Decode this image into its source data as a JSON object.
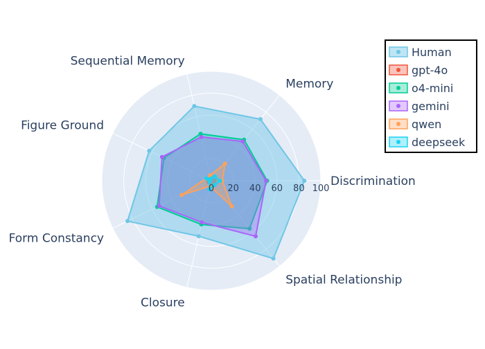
{
  "chart_data": {
    "type": "radar",
    "axes": [
      "Discrimination",
      "Memory",
      "Sequential Memory",
      "Figure Ground",
      "Form Constancy",
      "Closure",
      "Spatial Relationship"
    ],
    "radial_range": [
      0,
      100
    ],
    "radial_ticks": [
      "0",
      "20",
      "40",
      "60",
      "80",
      "100"
    ],
    "legend_position": "top-right",
    "series": [
      {
        "name": "Human",
        "color": "#6ec6e6",
        "fill": "rgba(110,198,230,0.45)",
        "values": [
          85,
          72,
          70,
          63,
          85,
          52,
          91
        ]
      },
      {
        "name": "gpt-4o",
        "color": "#ef553b",
        "fill": "rgba(239,85,59,0.35)",
        "values": [
          3,
          3,
          3,
          3,
          3,
          3,
          3
        ]
      },
      {
        "name": "o4-mini",
        "color": "#00cc96",
        "fill": "rgba(0,204,150,0.35)",
        "values": [
          51,
          48,
          44,
          48,
          55,
          41,
          56
        ]
      },
      {
        "name": "gemini",
        "color": "#ab63fa",
        "fill": "rgba(171,99,250,0.35)",
        "values": [
          50,
          46,
          41,
          50,
          53,
          39,
          65
        ]
      },
      {
        "name": "qwen",
        "color": "#ffa15a",
        "fill": "rgba(255,161,90,0.35)",
        "values": [
          10,
          20,
          5,
          5,
          30,
          5,
          30
        ]
      },
      {
        "name": "deepseek",
        "color": "#19d3f3",
        "fill": "rgba(25,211,243,0.35)",
        "values": [
          8,
          5,
          2,
          5,
          2,
          8,
          5
        ]
      }
    ]
  }
}
